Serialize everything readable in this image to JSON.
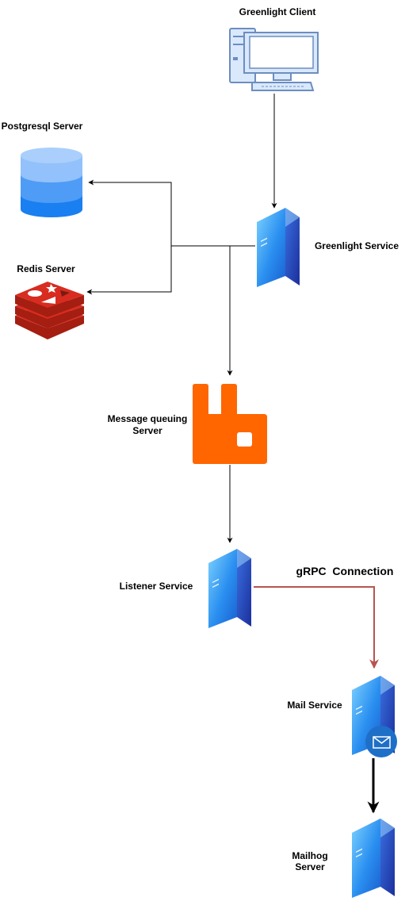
{
  "nodes": {
    "greenlight_client": {
      "label": "Greenlight Client",
      "icon": "desktop-computer-icon"
    },
    "postgresql_server": {
      "label": "Postgresql Server",
      "icon": "database-icon"
    },
    "greenlight_service": {
      "label": "Greenlight Service",
      "icon": "server-icon"
    },
    "redis_server": {
      "label": "Redis Server",
      "icon": "redis-logo-icon"
    },
    "message_queue": {
      "label_line1": "Message queuing",
      "label_line2": "Server",
      "icon": "rabbitmq-logo-icon"
    },
    "listener_service": {
      "label": "Listener Service",
      "icon": "server-icon"
    },
    "mail_service": {
      "label": "Mail Service",
      "icon": "mail-server-icon"
    },
    "mailhog_server": {
      "label_line1": "Mailhog",
      "label_line2": "Server",
      "icon": "server-icon"
    }
  },
  "edges": {
    "grpc": {
      "label": "gRPC  Connection",
      "color": "#b85450"
    }
  },
  "colors": {
    "server_blue": "#1e88e5",
    "database_blue": "#3d8ff6",
    "redis_red": "#d82c20",
    "rabbitmq_orange": "#ff6600",
    "monitor_outline": "#6c8ebf",
    "monitor_fill": "#dae8fc"
  }
}
